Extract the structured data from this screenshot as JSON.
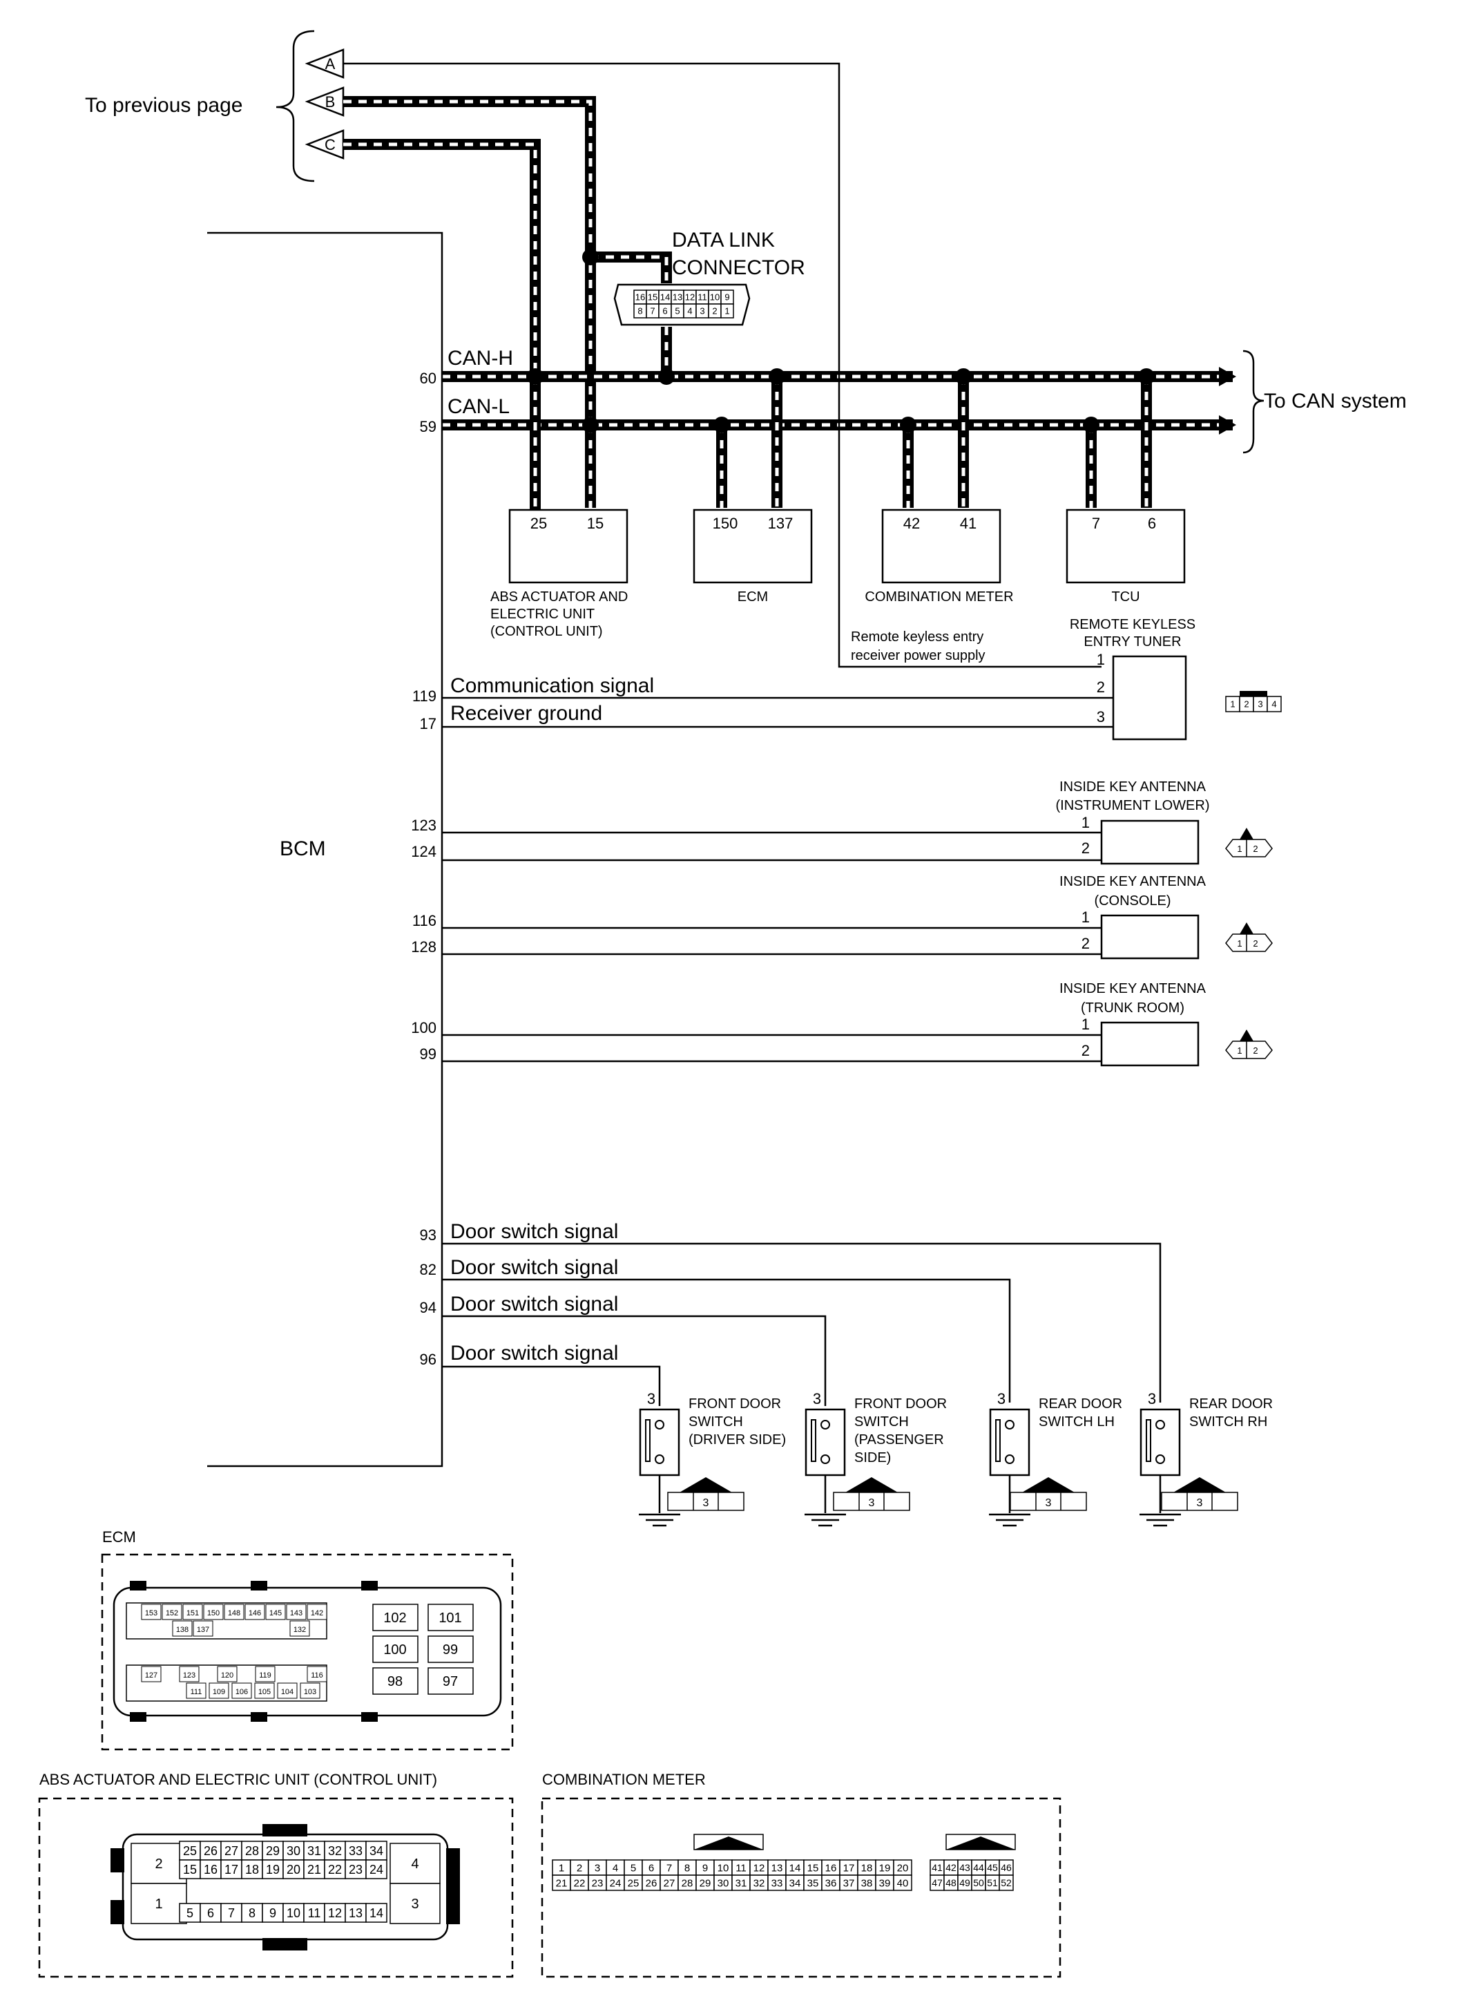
{
  "labels": {
    "to_previous_page": "To previous page",
    "to_can_system": "To CAN system",
    "can_h": "CAN-H",
    "can_l": "CAN-L",
    "bcm": "BCM",
    "data_link_connector_1": "DATA LINK",
    "data_link_connector_2": "CONNECTOR",
    "comm_signal": "Communication signal",
    "receiver_ground": "Receiver ground",
    "rke_power_1": "Remote keyless entry",
    "rke_power_2": "receiver power supply",
    "door_switch_signal": "Door switch signal"
  },
  "connectors": {
    "a": "A",
    "b": "B",
    "c": "C"
  },
  "bcm_pins": {
    "p60": "60",
    "p59": "59",
    "p119": "119",
    "p17": "17",
    "p123": "123",
    "p124": "124",
    "p116": "116",
    "p128": "128",
    "p100": "100",
    "p99": "99",
    "p93": "93",
    "p82": "82",
    "p94": "94",
    "p96": "96"
  },
  "units": {
    "abs": {
      "pin_a": "25",
      "pin_b": "15",
      "name_1": "ABS ACTUATOR AND",
      "name_2": "ELECTRIC UNIT",
      "name_3": "(CONTROL UNIT)"
    },
    "ecm": {
      "pin_a": "150",
      "pin_b": "137",
      "name": "ECM"
    },
    "meter": {
      "pin_a": "42",
      "pin_b": "41",
      "name": "COMBINATION METER"
    },
    "tcu": {
      "pin_a": "7",
      "pin_b": "6",
      "name": "TCU"
    },
    "rke_tuner": {
      "name_1": "REMOTE KEYLESS",
      "name_2": "ENTRY TUNER",
      "pin1": "1",
      "pin2": "2",
      "pin3": "3"
    },
    "antenna_inst": {
      "name_1": "INSIDE KEY ANTENNA",
      "name_2": "(INSTRUMENT LOWER)",
      "pin1": "1",
      "pin2": "2"
    },
    "antenna_console": {
      "name_1": "INSIDE KEY ANTENNA",
      "name_2": "(CONSOLE)",
      "pin1": "1",
      "pin2": "2"
    },
    "antenna_trunk": {
      "name_1": "INSIDE KEY ANTENNA",
      "name_2": "(TRUNK ROOM)",
      "pin1": "1",
      "pin2": "2"
    }
  },
  "door_switches": [
    {
      "name_1": "FRONT DOOR",
      "name_2": "SWITCH",
      "name_3": "(DRIVER SIDE)",
      "name_4": "",
      "pin": "3"
    },
    {
      "name_1": "FRONT DOOR",
      "name_2": "SWITCH",
      "name_3": "(PASSENGER",
      "name_4": "SIDE)",
      "pin": "3"
    },
    {
      "name_1": "REAR DOOR",
      "name_2": "SWITCH LH",
      "name_3": "",
      "name_4": "",
      "pin": "3"
    },
    {
      "name_1": "REAR DOOR",
      "name_2": "SWITCH RH",
      "name_3": "",
      "name_4": "",
      "pin": "3"
    }
  ],
  "dlc_pins": {
    "top": [
      "16",
      "15",
      "14",
      "13",
      "12",
      "11",
      "10",
      "9"
    ],
    "bottom": [
      "8",
      "7",
      "6",
      "5",
      "4",
      "3",
      "2",
      "1"
    ]
  },
  "small_connectors": {
    "rke": [
      "1",
      "2",
      "3",
      "4"
    ],
    "antenna": [
      "1",
      "2"
    ],
    "door": "3"
  },
  "face_views": {
    "ecm": {
      "title": "ECM",
      "upper_row_a": [
        "153",
        "152",
        "151",
        "150",
        "148",
        "146",
        "145",
        "143",
        "142"
      ],
      "upper_row_b": [
        "138",
        "137",
        "132"
      ],
      "lower_row_a": [
        "127",
        "123",
        "120",
        "119",
        "116"
      ],
      "lower_row_b": [
        "111",
        "109",
        "106",
        "105",
        "104",
        "103"
      ],
      "big": [
        "102",
        "101",
        "100",
        "99",
        "98",
        "97"
      ]
    },
    "abs": {
      "title": "ABS ACTUATOR AND ELECTRIC UNIT (CONTROL UNIT)",
      "row1": [
        "25",
        "26",
        "27",
        "28",
        "29",
        "30",
        "31",
        "32",
        "33",
        "34"
      ],
      "row2": [
        "15",
        "16",
        "17",
        "18",
        "19",
        "20",
        "21",
        "22",
        "23",
        "24"
      ],
      "row3": [
        "5",
        "6",
        "7",
        "8",
        "9",
        "10",
        "11",
        "12",
        "13",
        "14"
      ],
      "side": [
        "2",
        "1",
        "4",
        "3"
      ]
    },
    "meter": {
      "title": "COMBINATION METER",
      "row1": [
        "1",
        "2",
        "3",
        "4",
        "5",
        "6",
        "7",
        "8",
        "9",
        "10",
        "11",
        "12",
        "13",
        "14",
        "15",
        "16",
        "17",
        "18",
        "19",
        "20"
      ],
      "row2": [
        "21",
        "22",
        "23",
        "24",
        "25",
        "26",
        "27",
        "28",
        "29",
        "30",
        "31",
        "32",
        "33",
        "34",
        "35",
        "36",
        "37",
        "38",
        "39",
        "40"
      ],
      "row3": [
        "41",
        "42",
        "43",
        "44",
        "45",
        "46"
      ],
      "row4": [
        "47",
        "48",
        "49",
        "50",
        "51",
        "52"
      ]
    }
  }
}
